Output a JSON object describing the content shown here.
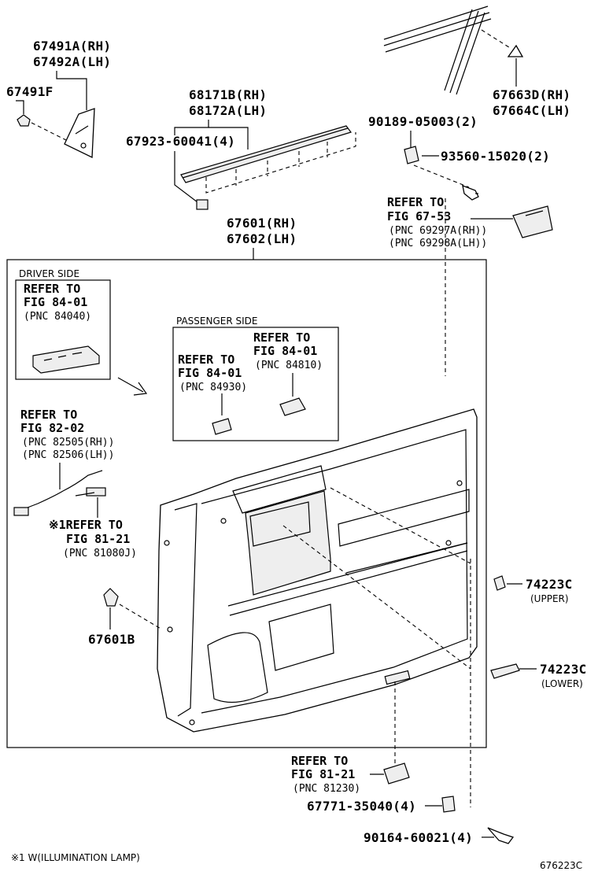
{
  "labels": {
    "trim_top_rh": "67491A(RH)",
    "trim_top_lh": "67492A(LH)",
    "trim_clip": "67491F",
    "weather_rh": "68171B(RH)",
    "weather_lh": "68172A(LH)",
    "weather_clip": "67923-60041(4)",
    "screw_clip": "90189-05003(2)",
    "screw": "93560-15020(2)",
    "frame_rh": "67663D(RH)",
    "frame_lh": "67664C(LH)",
    "panel_rh": "67601(RH)",
    "panel_lh": "67602(LH)",
    "panel_clip": "67601B",
    "cover_upper": "74223C",
    "cover_upper_sub": "(UPPER)",
    "cover_lower": "74223C",
    "cover_lower_sub": "(LOWER)",
    "cover_clip": "67771-35040(4)",
    "bottom_screw": "90164-60021(4)",
    "footnote": "※1 W(ILLUMINATION LAMP)",
    "figure_id": "676223C"
  },
  "sections": {
    "driver_side": "DRIVER SIDE",
    "passenger_side": "PASSENGER SIDE"
  },
  "refs": {
    "handle_l1": "REFER TO",
    "handle_l2": "FIG 67-53",
    "handle_l3": "(PNC 69297A(RH))",
    "handle_l4": "(PNC 69298A(LH))",
    "driver_l1": "REFER TO",
    "driver_l2": "FIG 84-01",
    "driver_l3": "(PNC 84040)",
    "pass_a_l1": "REFER TO",
    "pass_a_l2": "FIG 84-01",
    "pass_a_l3": "(PNC 84810)",
    "pass_b_l1": "REFER TO",
    "pass_b_l2": "FIG 84-01",
    "pass_b_l3": "(PNC 84930)",
    "wire_l1": "REFER TO",
    "wire_l2": "FIG 82-02",
    "wire_l3": "(PNC 82505(RH))",
    "wire_l4": "(PNC 82506(LH))",
    "lamp_l1": "※1REFER TO",
    "lamp_l2": "FIG 81-21",
    "lamp_l3": "(PNC 81080J)",
    "courtesy_l1": "REFER TO",
    "courtesy_l2": "FIG 81-21",
    "courtesy_l3": "(PNC 81230)"
  }
}
